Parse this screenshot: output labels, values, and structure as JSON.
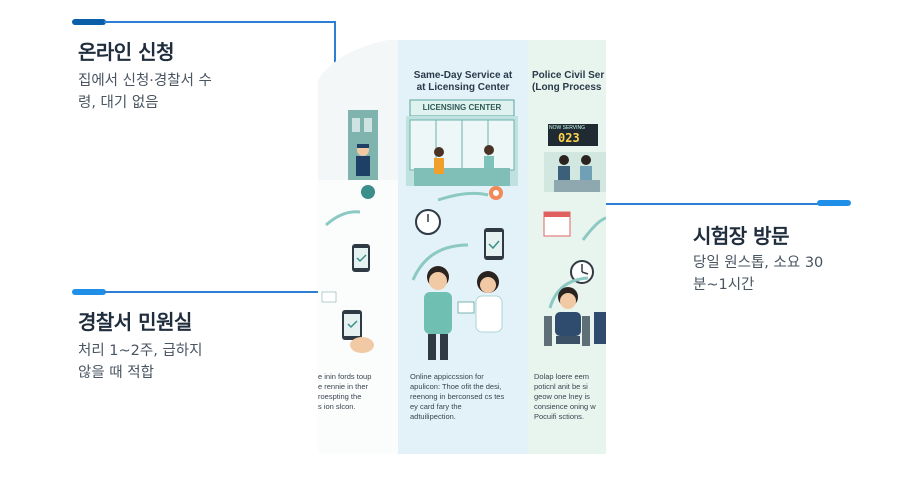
{
  "labels": {
    "online": {
      "title": "온라인 신청",
      "desc_line1": "집에서 신청·경찰서 수",
      "desc_line2": "령, 대기 없음"
    },
    "police": {
      "title": "경찰서 민원실",
      "desc_line1": "처리 1~2주, 급하지",
      "desc_line2": "않을 때 적합"
    },
    "exam": {
      "title": "시험장 방문",
      "desc_line1": "당일 원스톱, 소요 30",
      "desc_line2": "분~1시간"
    }
  },
  "illustration": {
    "panel_center_header_1": "Same-Day Service at",
    "panel_center_header_2": "at Licensing Center",
    "sign": "LICENSING CENTER",
    "panel_right_header_1": "Police Civil Ser",
    "panel_right_header_2": "(Long Process",
    "counter": "023",
    "counter_label": "NOW SERVING",
    "left_caption": [
      "e inin fords toup",
      "e rennie in ther",
      "roespting the",
      "s ion slcon."
    ],
    "center_caption": [
      "Online appiccssion for",
      "apulicon: Thoe ofit the desi,",
      "reenong in berconsed cs tes",
      "ey card fary the",
      "adtuilipection."
    ],
    "right_caption": [
      "Dolap loere eem",
      "poticnl anit be si",
      "geow one lney is",
      "consience oning w",
      "Pocuifi sctions."
    ]
  }
}
